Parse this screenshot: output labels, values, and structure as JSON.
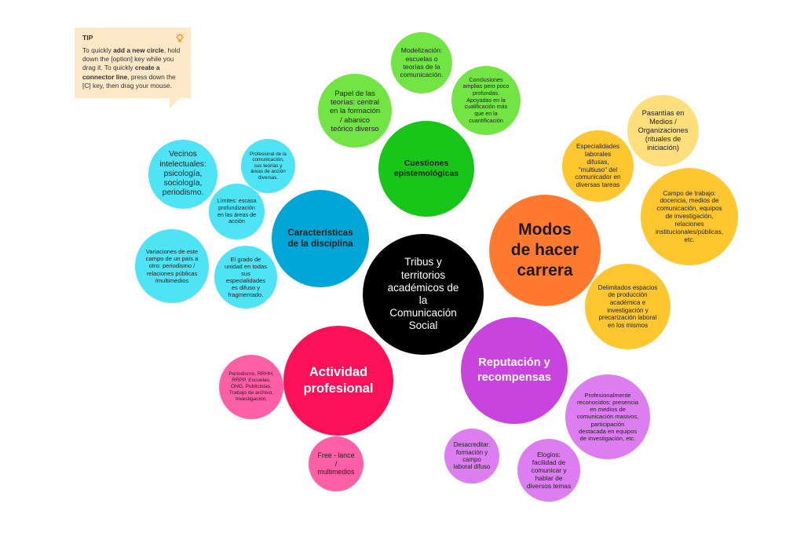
{
  "colors": {
    "center": "#000000",
    "green": "#17c618",
    "light_green": "#72e545",
    "blue": "#00a6d6",
    "cyan": "#4fe4f5",
    "orange": "#ff7a2f",
    "yellow": "#ffc72f",
    "light_yellow": "#ffde7c",
    "magenta": "#c943de",
    "lilac": "#dc7ef0",
    "pink_red": "#fa1158",
    "pink": "#ff5fa5",
    "tip_bg": "#fde9c8"
  },
  "tip": {
    "title": "TIP",
    "t1": "To quickly ",
    "b1": "add a new circle",
    "t2": ", hold down the [option] key while you drag it. To quickly ",
    "b2": "create a connector line",
    "t3": ", press down the [C] key, then drag your mouse.",
    "icon": "lightbulb-icon"
  },
  "nodes": {
    "center": "Tribus y\nterritorios\nacadémicos de\nla\nComunicación\nSocial",
    "cuestiones": "Cuestiones\nepistemológicas",
    "modelizacion": "Modelización:\nescuelas o\nteorías de la\ncomunicación.",
    "papel": "Papel de las\nteorías: central\nen la formación\n/ abanico\nteórico diverso",
    "conclusiones": "Conclusiones\namplias pero poco\nprofundas.\nApoyadas en la\ncualificación más\nque en la\ncuantificación",
    "caracteristicas": "Características\nde la disciplina",
    "vecinos": "Vecinos\nintelectuales:\npsicología,\nsociología,\nperiodismo.",
    "profesional": "Profesional de la\ncomunicación,\nsus teorías y\náreas de acción\ndiversas.",
    "limites": "Límites: escasa\nprofundización\nen las áreas de\nacción",
    "variaciones": "Variaciones de este\ncampo de un país a\notro:  periodismo /\nrelaciones públicas\n/multimedios",
    "grado": "El grado de\nunidad en todas\nsus\nespecialidades\nes difuso y\nfragmentado.",
    "modos": "Modos\nde hacer\ncarrera",
    "especialidades": "Especialidades\nlaborales\ndifusas,\n\"multiuso\" del\ncomunicador en\ndiversas tareas",
    "pasantias": "Pasantías en\nMedios /\nOrganizaciones\n(rituales de\niniciación)",
    "campo": "Campo de trabajo:\ndocencia, medios de\ncomunicación, equipos\nde investigación,\nrelaciones\ninstitucionales/públicas,\netc.",
    "delimitados": "Delimitados espacios\nde producción\nacadémica e\ninvestigación y\nprecarización laboral\nen los mismos",
    "actividad": "Actividad\nprofesional",
    "periodismo": "Periodismo, RRHH,\nRRPP, Escuelas,\nONG, Publicistas,\nTrabajo de archivo,\nInvestigación.",
    "freelance": "Free - lance\n/\nmultimedios",
    "reputacion": "Reputación y\nrecompensas",
    "reconocidos": "Profesionalmente\nreconocidos: presencia\nen medios de\ncomunicación masivos,\nparticipación\ndestacada en equipos\nde investigación, etc.",
    "desacreditar": "Desacreditar:\nformación y\ncampo\nlaboral difuso",
    "elogios": "Elogios:\nfacilidad de\ncomunicar y\nhablar de\ndiversos temas"
  }
}
